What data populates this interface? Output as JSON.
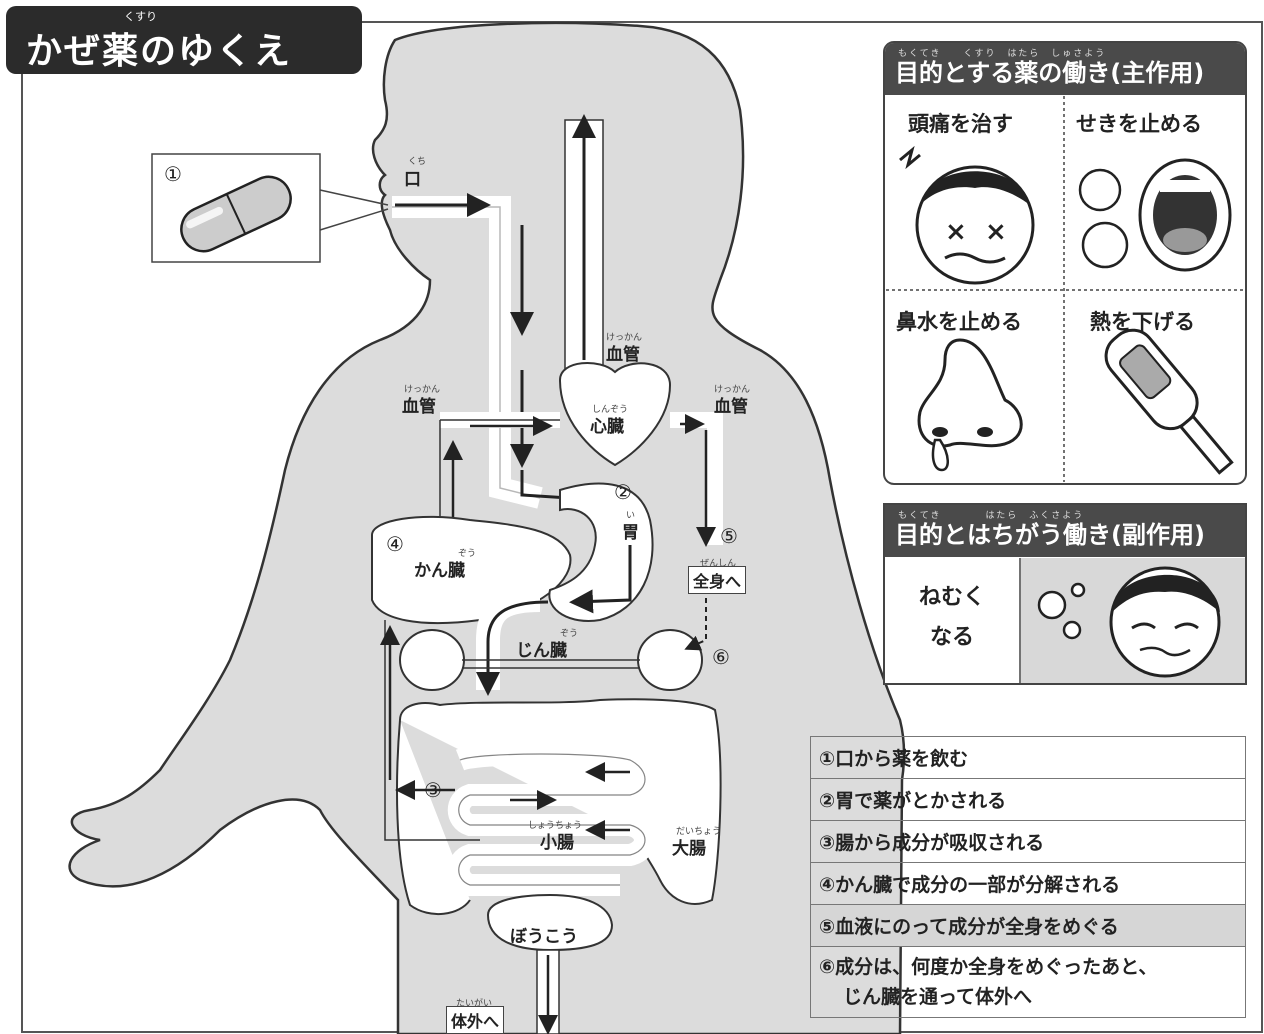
{
  "title": "かぜ薬のゆくえ",
  "title_ruby": "くすり",
  "body_labels": {
    "mouth": "口",
    "mouth_ruby": "くち",
    "vessel_top": "血管",
    "vessel_top_ruby": "けっかん",
    "vessel_left": "血管",
    "vessel_left_ruby": "けっかん",
    "vessel_right": "血管",
    "vessel_right_ruby": "けっかん",
    "heart": "心臓",
    "heart_ruby": "しんぞう",
    "stomach": "胃",
    "stomach_ruby": "い",
    "liver": "かん臓",
    "liver_ruby": "ぞう",
    "kidney": "じん臓",
    "kidney_ruby": "ぞう",
    "small_intestine": "小腸",
    "small_intestine_ruby": "しょうちょう",
    "large_intestine": "大腸",
    "large_intestine_ruby": "だいちょう",
    "bladder": "ぼうこう",
    "whole_body": "全身へ",
    "whole_body_ruby": "ぜんしん",
    "outside": "体外へ",
    "outside_ruby": "たいがい"
  },
  "markers": [
    "①",
    "②",
    "③",
    "④",
    "⑤",
    "⑥"
  ],
  "main_effect": {
    "header": "目的とする薬の働き(主作用)",
    "header_ruby": "もくてき　　くすり　はたら　しゅさよう",
    "items": [
      {
        "label": "頭痛を治す",
        "icon": "headache-icon"
      },
      {
        "label": "せきを止める",
        "icon": "cough-mouth-icon"
      },
      {
        "label": "鼻水を止める",
        "icon": "runny-nose-icon"
      },
      {
        "label": "熱を下げる",
        "icon": "thermometer-icon"
      }
    ]
  },
  "side_effect": {
    "header": "目的とはちがう働き(副作用)",
    "header_ruby": "もくてき　　　　はたら　ふくさよう",
    "label": "ねむく\nなる",
    "label_line1": "ねむく",
    "label_line2": "なる",
    "icon": "sleepy-face-icon"
  },
  "steps": [
    "①口から薬を飲む",
    "②胃で薬がとかされる",
    "③腸から成分が吸収される",
    "④かん臓で成分の一部が分解される",
    "⑤血液にのって成分が全身をめぐる",
    "⑥成分は、何度か全身をめぐったあと、じん臓を通って体外へ"
  ],
  "steps_line6a": "⑥成分は、何度か全身をめぐったあと、",
  "steps_line6b": "じん臓を通って体外へ",
  "highlighted_step": 5,
  "colors": {
    "ink": "#222222",
    "body_fill": "#dcdcdc",
    "header": "#4a4a4a",
    "highlight": "#d6d6d6"
  }
}
